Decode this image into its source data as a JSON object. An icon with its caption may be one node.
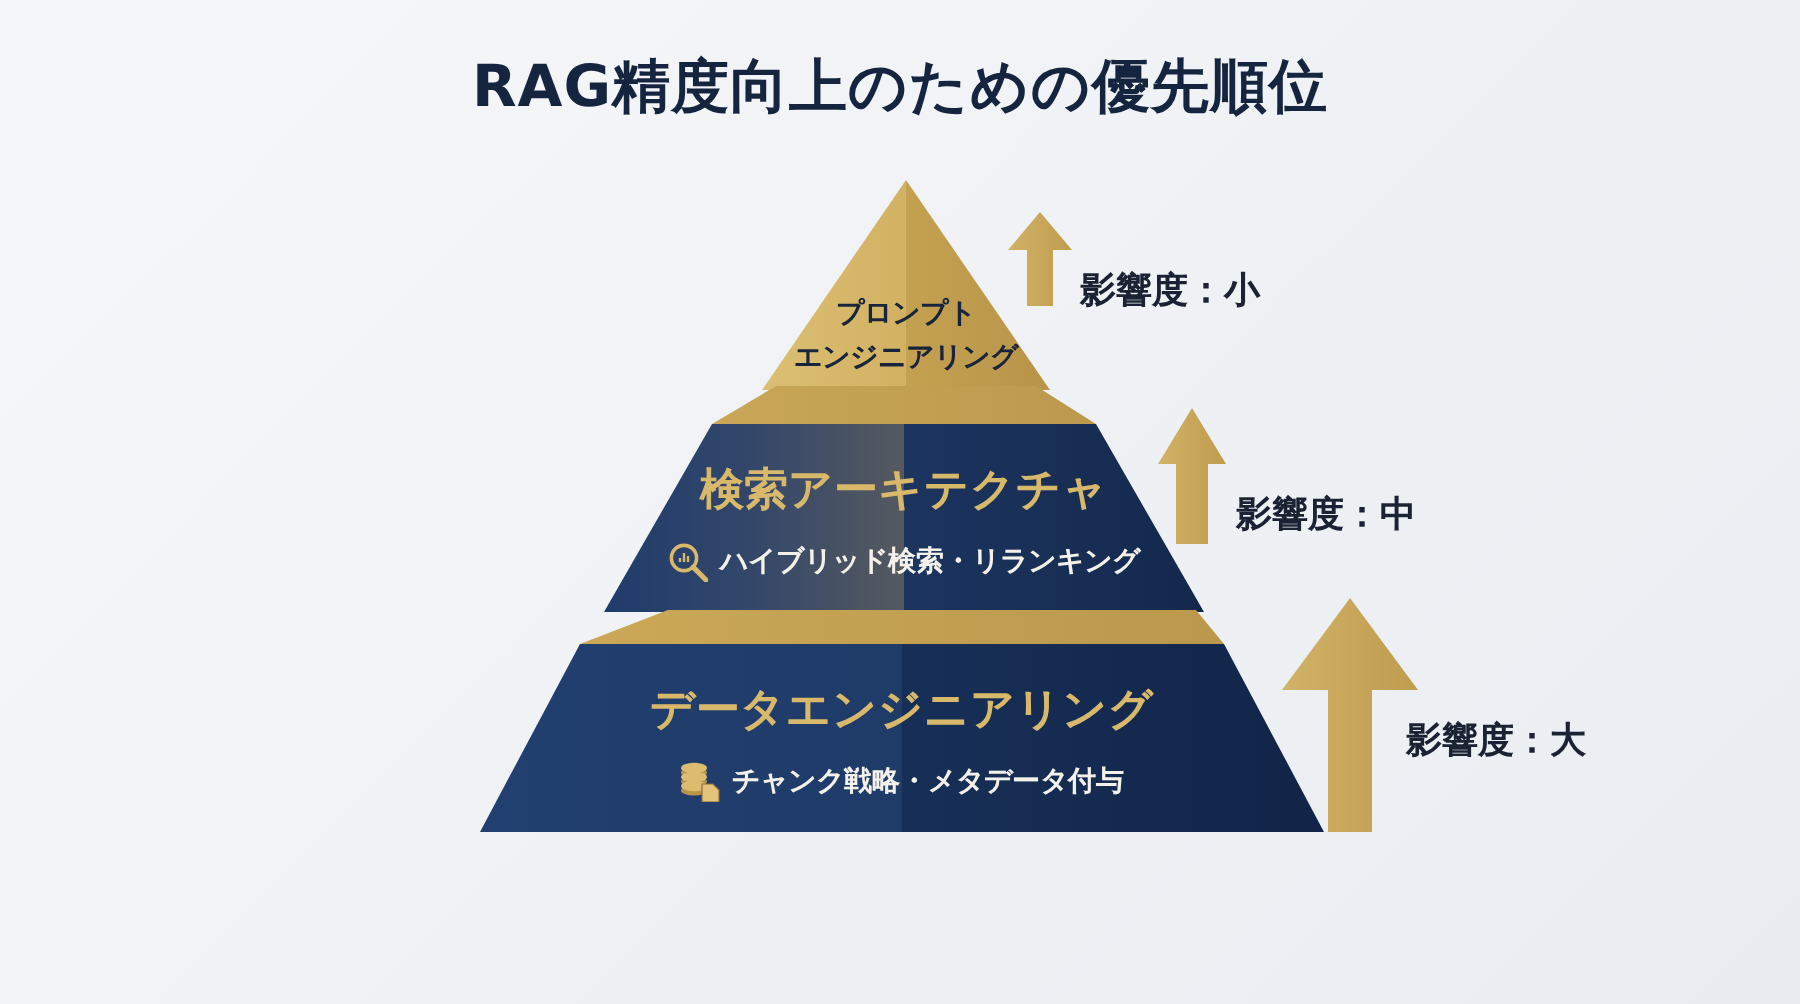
{
  "diagram": {
    "title": "RAG精度向上のための優先順位",
    "nodes": [
      {
        "text": [
          "プロンプトエンジニアリング"
        ],
        "beside": [
          "影響度：小"
        ]
      },
      {
        "text": [
          "検索アーキテクチャ",
          "ハイブリッド検索・リランキング"
        ],
        "beside": [
          "影響度：中"
        ]
      },
      {
        "text": [
          "データエンジニアリング",
          "チャンク戦略・メタデータ付与"
        ],
        "beside": [
          "影響度：大"
        ]
      }
    ]
  }
}
